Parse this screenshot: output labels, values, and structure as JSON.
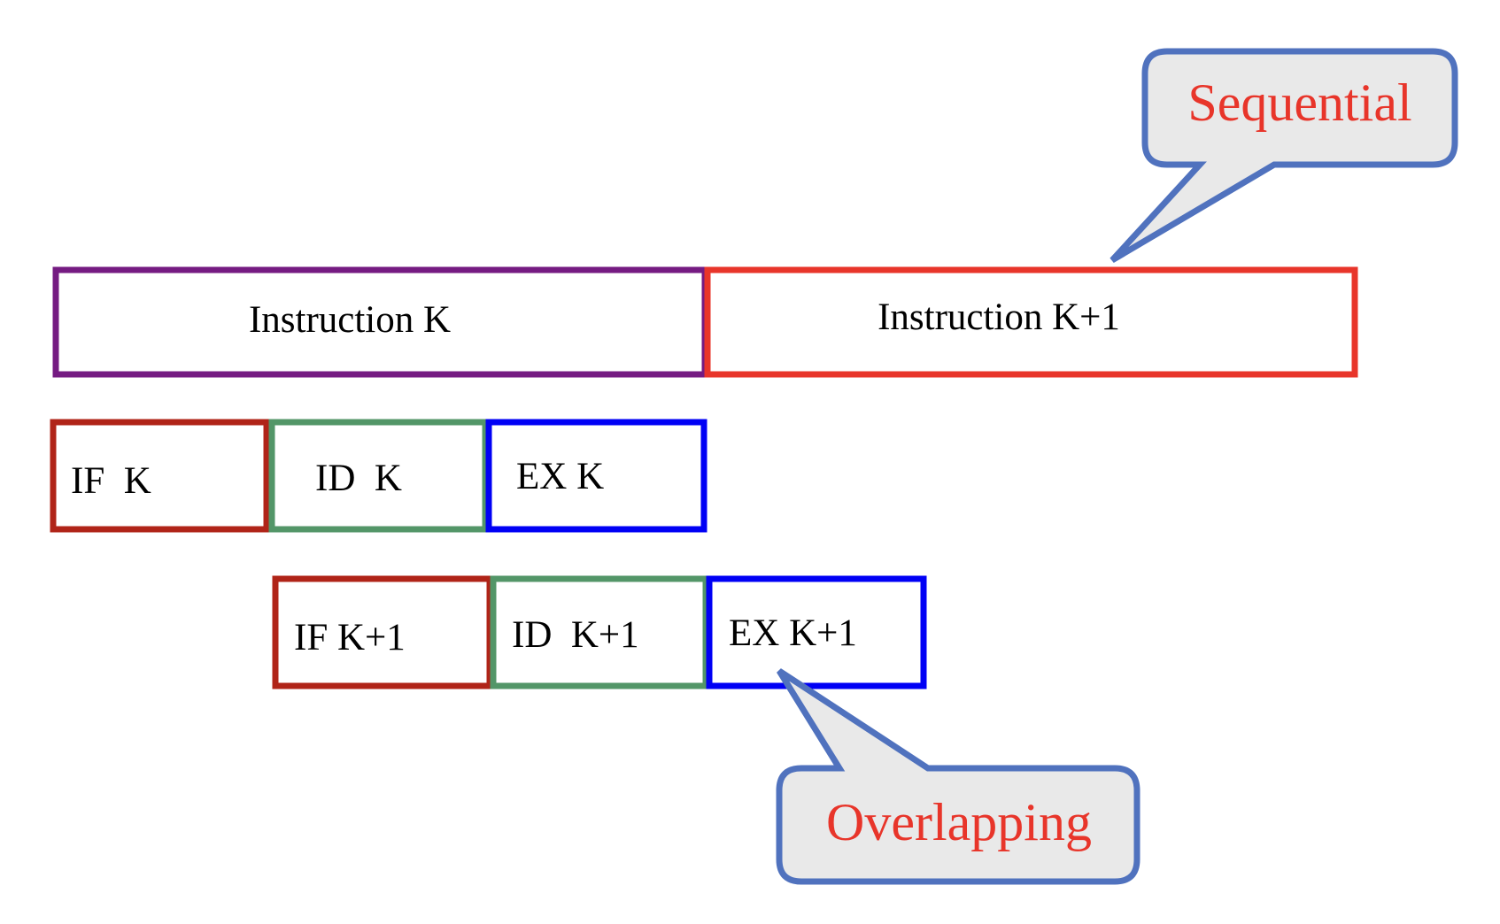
{
  "colors": {
    "instruction_k": "#751b82",
    "instruction_k1": "#e8352a",
    "fetch": "#b02418",
    "decode": "#539668",
    "execute": "#0000f5",
    "callout_border": "#5072be",
    "callout_fill": "#e9e9e9",
    "callout_text": "#e8352a"
  },
  "sequential_row": {
    "instruction_k": "Instruction K",
    "instruction_k1": "Instruction K+1"
  },
  "pipeline_k": {
    "if": "IF  K",
    "id": "ID  K",
    "ex": "EX K"
  },
  "pipeline_k1": {
    "if": "IF K+1",
    "id": "ID  K+1",
    "ex": "EX K+1"
  },
  "callouts": {
    "sequential": "Sequential",
    "overlapping": "Overlapping"
  }
}
